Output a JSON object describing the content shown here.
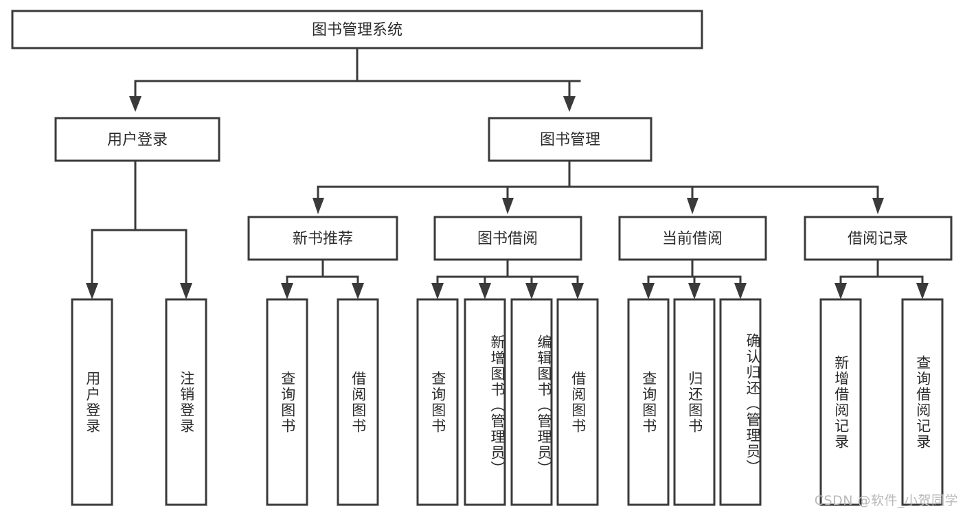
{
  "diagram": {
    "title": "图书管理系统",
    "type": "tree-hierarchy-chart",
    "watermark": "CSDN @软件_小贺同学",
    "colors": {
      "stroke": "#3a3a3a",
      "box_fill": "#ffffff",
      "text": "#2b2b2b",
      "background": "#ffffff",
      "watermark": "#b9b9b9"
    },
    "root": {
      "label": "图书管理系统"
    },
    "level2": [
      {
        "id": "user-login",
        "label": "用户登录"
      },
      {
        "id": "book-manage",
        "label": "图书管理"
      }
    ],
    "level3": [
      {
        "id": "new-book-recommend",
        "label": "新书推荐"
      },
      {
        "id": "book-borrow",
        "label": "图书借阅"
      },
      {
        "id": "current-borrow",
        "label": "当前借阅"
      },
      {
        "id": "borrow-record",
        "label": "借阅记录"
      }
    ],
    "leaves": {
      "user-login": [
        {
          "id": "leaf-user-login",
          "label": "用户登录"
        },
        {
          "id": "leaf-logout-login",
          "label": "注销登录"
        }
      ],
      "new-book-recommend": [
        {
          "id": "leaf-query-book-1",
          "label": "查询图书"
        },
        {
          "id": "leaf-borrow-book-1",
          "label": "借阅图书"
        }
      ],
      "book-borrow": [
        {
          "id": "leaf-query-book-2",
          "label": "查询图书"
        },
        {
          "id": "leaf-add-book",
          "label": "新增图书（管理员）"
        },
        {
          "id": "leaf-edit-book",
          "label": "编辑图书（管理员）"
        },
        {
          "id": "leaf-borrow-book-2",
          "label": "借阅图书"
        }
      ],
      "current-borrow": [
        {
          "id": "leaf-query-book-3",
          "label": "查询图书"
        },
        {
          "id": "leaf-return-book",
          "label": "归还图书"
        },
        {
          "id": "leaf-confirm-return",
          "label": "确认归还（管理员）"
        }
      ],
      "borrow-record": [
        {
          "id": "leaf-add-record",
          "label": "新增借阅记录"
        },
        {
          "id": "leaf-query-record",
          "label": "查询借阅记录"
        }
      ]
    }
  }
}
